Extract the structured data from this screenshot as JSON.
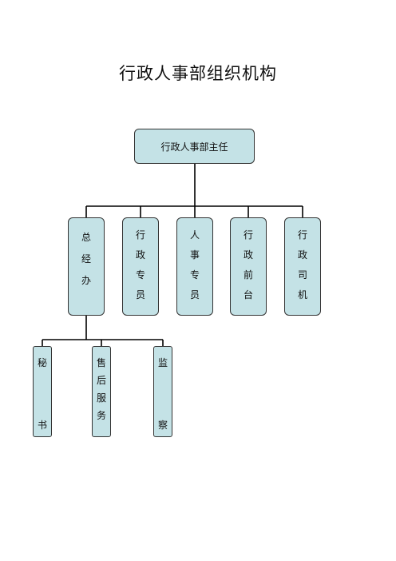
{
  "title": "行政人事部组织机构",
  "root": "行政人事部主任",
  "level2": [
    [
      "总",
      "经",
      "办"
    ],
    [
      "行",
      "政",
      "专",
      "员"
    ],
    [
      "人",
      "事",
      "专",
      "员"
    ],
    [
      "行",
      "政",
      "前",
      "台"
    ],
    [
      "行",
      "政",
      "司",
      "机"
    ]
  ],
  "level3": [
    [
      "秘",
      "书"
    ],
    [
      "售",
      "后",
      "服",
      "务"
    ],
    [
      "监",
      "察"
    ]
  ],
  "colors": {
    "box_fill": "#c4e2e6",
    "line": "#000000"
  }
}
